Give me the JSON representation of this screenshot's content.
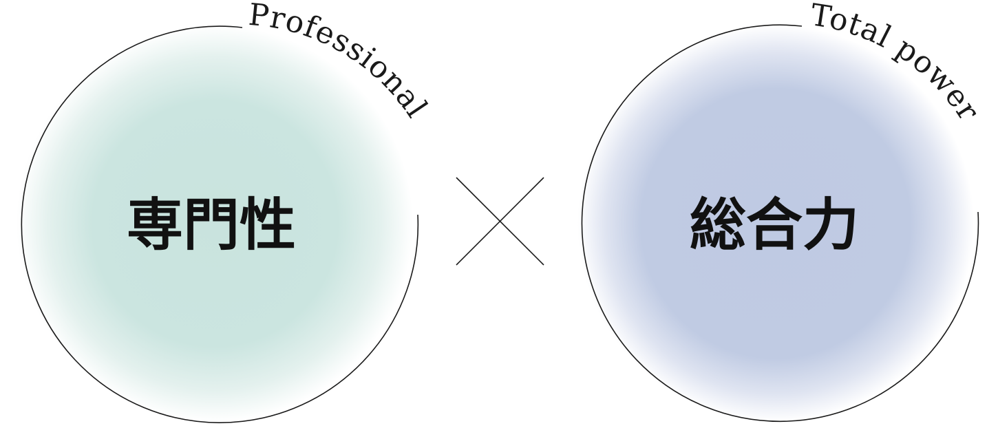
{
  "left_circle": {
    "arc_text": "Professional",
    "main_text": "専門性",
    "fill_color": "#c9e3de"
  },
  "right_circle": {
    "arc_text": "Total power",
    "main_text": "総合力",
    "fill_color": "#bfcae3"
  },
  "operator_symbol": "times-sign",
  "stroke_color": "#1a1a1a"
}
